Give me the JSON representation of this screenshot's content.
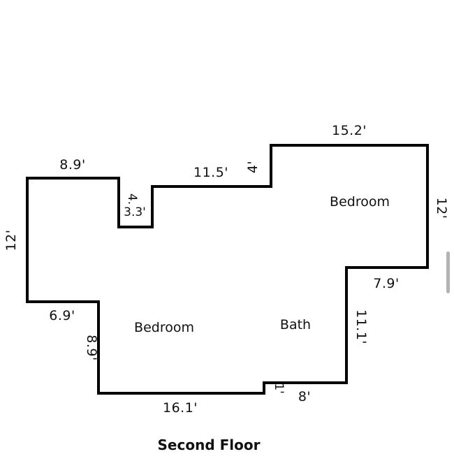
{
  "plan": {
    "title": "Second Floor",
    "rooms": {
      "bedroom_right": "Bedroom",
      "bedroom_left": "Bedroom",
      "bath": "Bath"
    },
    "dimensions": {
      "top_left_width": "8.9'",
      "notch_depth": "4.",
      "notch_width": "3.3'",
      "top_middle_width": "11.5'",
      "step_up": "4'",
      "top_right_width": "15.2'",
      "right_height": "12'",
      "right_step_width": "7.9'",
      "bath_wall_height": "11.1'",
      "bottom_right_width": "8'",
      "bottom_step": "1'",
      "bottom_width": "16.1'",
      "lower_left_height": "8.9'",
      "lower_left_width": "6.9'",
      "left_height": "12'"
    }
  }
}
